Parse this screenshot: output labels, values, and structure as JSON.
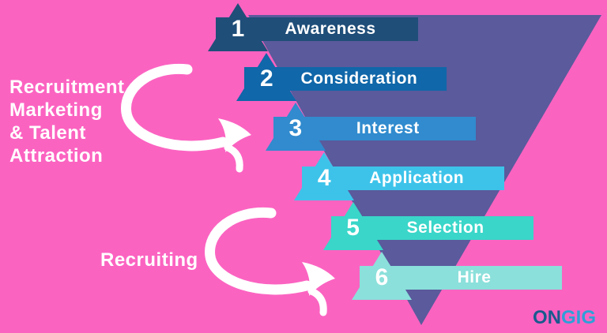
{
  "colors": {
    "background": "#FB63C1",
    "funnel_back_triangle": "#5A5A9C",
    "arrow": "#FFFFFF",
    "text": "#FFFFFF"
  },
  "annotations": {
    "top_label": {
      "lines": [
        "Recruitment",
        "Marketing",
        "& Talent",
        "Attraction"
      ]
    },
    "bottom_label": {
      "text": "Recruiting"
    }
  },
  "funnel": {
    "stages": [
      {
        "number": "1",
        "label": "Awareness",
        "color": "#1F4E79"
      },
      {
        "number": "2",
        "label": "Consideration",
        "color": "#1067A9"
      },
      {
        "number": "3",
        "label": "Interest",
        "color": "#318BCE"
      },
      {
        "number": "4",
        "label": "Application",
        "color": "#3DC3EA"
      },
      {
        "number": "5",
        "label": "Selection",
        "color": "#39D6C9"
      },
      {
        "number": "6",
        "label": "Hire",
        "color": "#8BE0DB"
      }
    ]
  },
  "logo": {
    "part1": "ON",
    "part2": "GIG",
    "part1_color": "#1A5A8E",
    "part2_color": "#2E9FD7"
  }
}
